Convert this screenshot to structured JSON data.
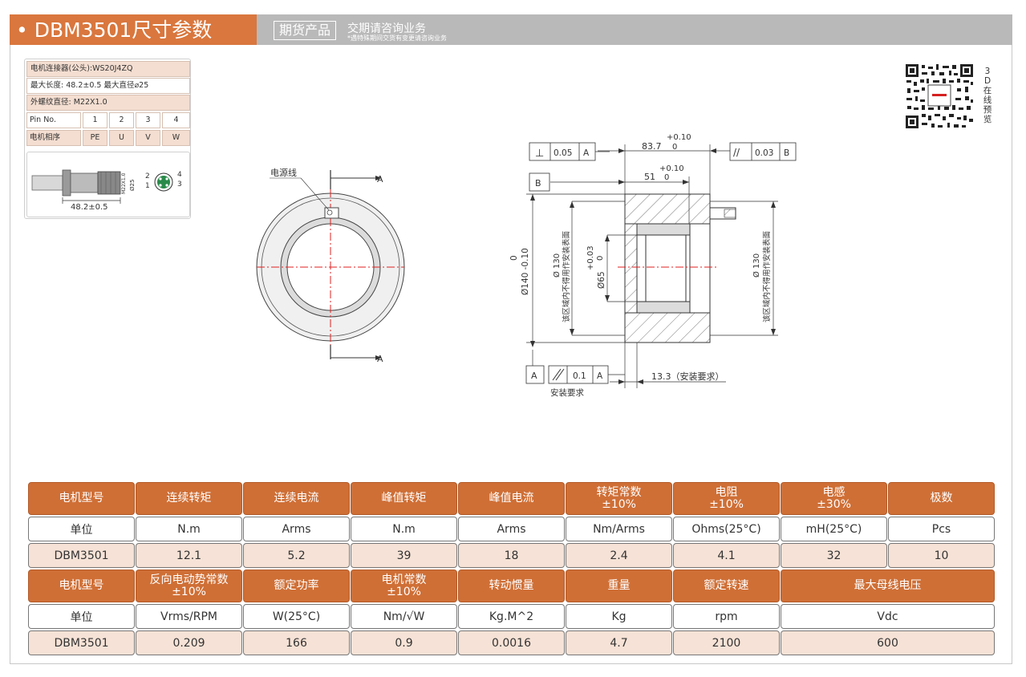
{
  "header": {
    "title": "• DBM3501尺寸参数",
    "tag": "期货产品",
    "tag_note": "交期请咨询业务",
    "tag_sub": "*遇特殊期间交货有变更请咨询业务"
  },
  "connector": {
    "line1": "电机连接器(公头):WS20J4ZQ",
    "line2": "最大长度: 48.2±0.5  最大直径⌀25",
    "line3": "外螺纹直径: M22X1.0",
    "pin_header": [
      "Pin No.",
      "1",
      "2",
      "3",
      "4"
    ],
    "phase_header": [
      "电机相序",
      "PE",
      "U",
      "V",
      "W"
    ],
    "length_dim": "48.2±0.5",
    "thread_dim": "M22X1.0",
    "dia_dim": "Ø25",
    "pin_labels": [
      "1",
      "2",
      "3",
      "4"
    ]
  },
  "qr": {
    "label": [
      "3",
      "D",
      "在",
      "线",
      "预",
      "览"
    ]
  },
  "drawing": {
    "power_line": "电源线",
    "section_a": "A",
    "flat_label": "⊥",
    "flat_tol": "0.05",
    "flat_ref": "A",
    "dim_837": "83.7",
    "dim_837_tol_up": "+0.10",
    "dim_837_tol_low": "0",
    "parallel_label": "//",
    "parallel_tol": "0.03",
    "parallel_ref": "B",
    "datum_b": "B",
    "dim_51": "51",
    "dim_51_tol_up": "+0.10",
    "dim_51_tol_low": "0",
    "dia140_low": "0",
    "dia140": "Ø140 -0.10",
    "dia130_left": "Ø 130",
    "dia130_left_note": "该区域内不得用作安装表面",
    "dia65_tol_up": "+0.03",
    "dia65_tol_low": "0",
    "dia65": "Ø65",
    "dia130_right": "Ø 130",
    "dia130_right_note": "该区域内不得用作安装表面",
    "datum_a": "A",
    "runout_tol": "0.1",
    "runout_ref": "A",
    "install_req": "安装要求",
    "dim_133": "13.3（安装要求）"
  },
  "table": {
    "row1_header": [
      "电机型号",
      "连续转矩",
      "连续电流",
      "峰值转矩",
      "峰值电流",
      "转矩常数\n±10%",
      "电阻\n±10%",
      "电感\n±30%",
      "极数"
    ],
    "row1_unit": [
      "单位",
      "N.m",
      "Arms",
      "N.m",
      "Arms",
      "Nm/Arms",
      "Ohms(25°C)",
      "mH(25°C)",
      "Pcs"
    ],
    "row1_value": [
      "DBM3501",
      "12.1",
      "5.2",
      "39",
      "18",
      "2.4",
      "4.1",
      "32",
      "10"
    ],
    "row2_header": [
      "电机型号",
      "反向电动势常数\n±10%",
      "额定功率",
      "电机常数\n±10%",
      "转动惯量",
      "重量",
      "额定转速",
      "最大母线电压"
    ],
    "row2_unit": [
      "单位",
      "Vrms/RPM",
      "W(25°C)",
      "Nm/√W",
      "Kg.M^2",
      "Kg",
      "rpm",
      "Vdc"
    ],
    "row2_value": [
      "DBM3501",
      "0.209",
      "166",
      "0.9",
      "0.0016",
      "4.7",
      "2100",
      "600"
    ]
  }
}
